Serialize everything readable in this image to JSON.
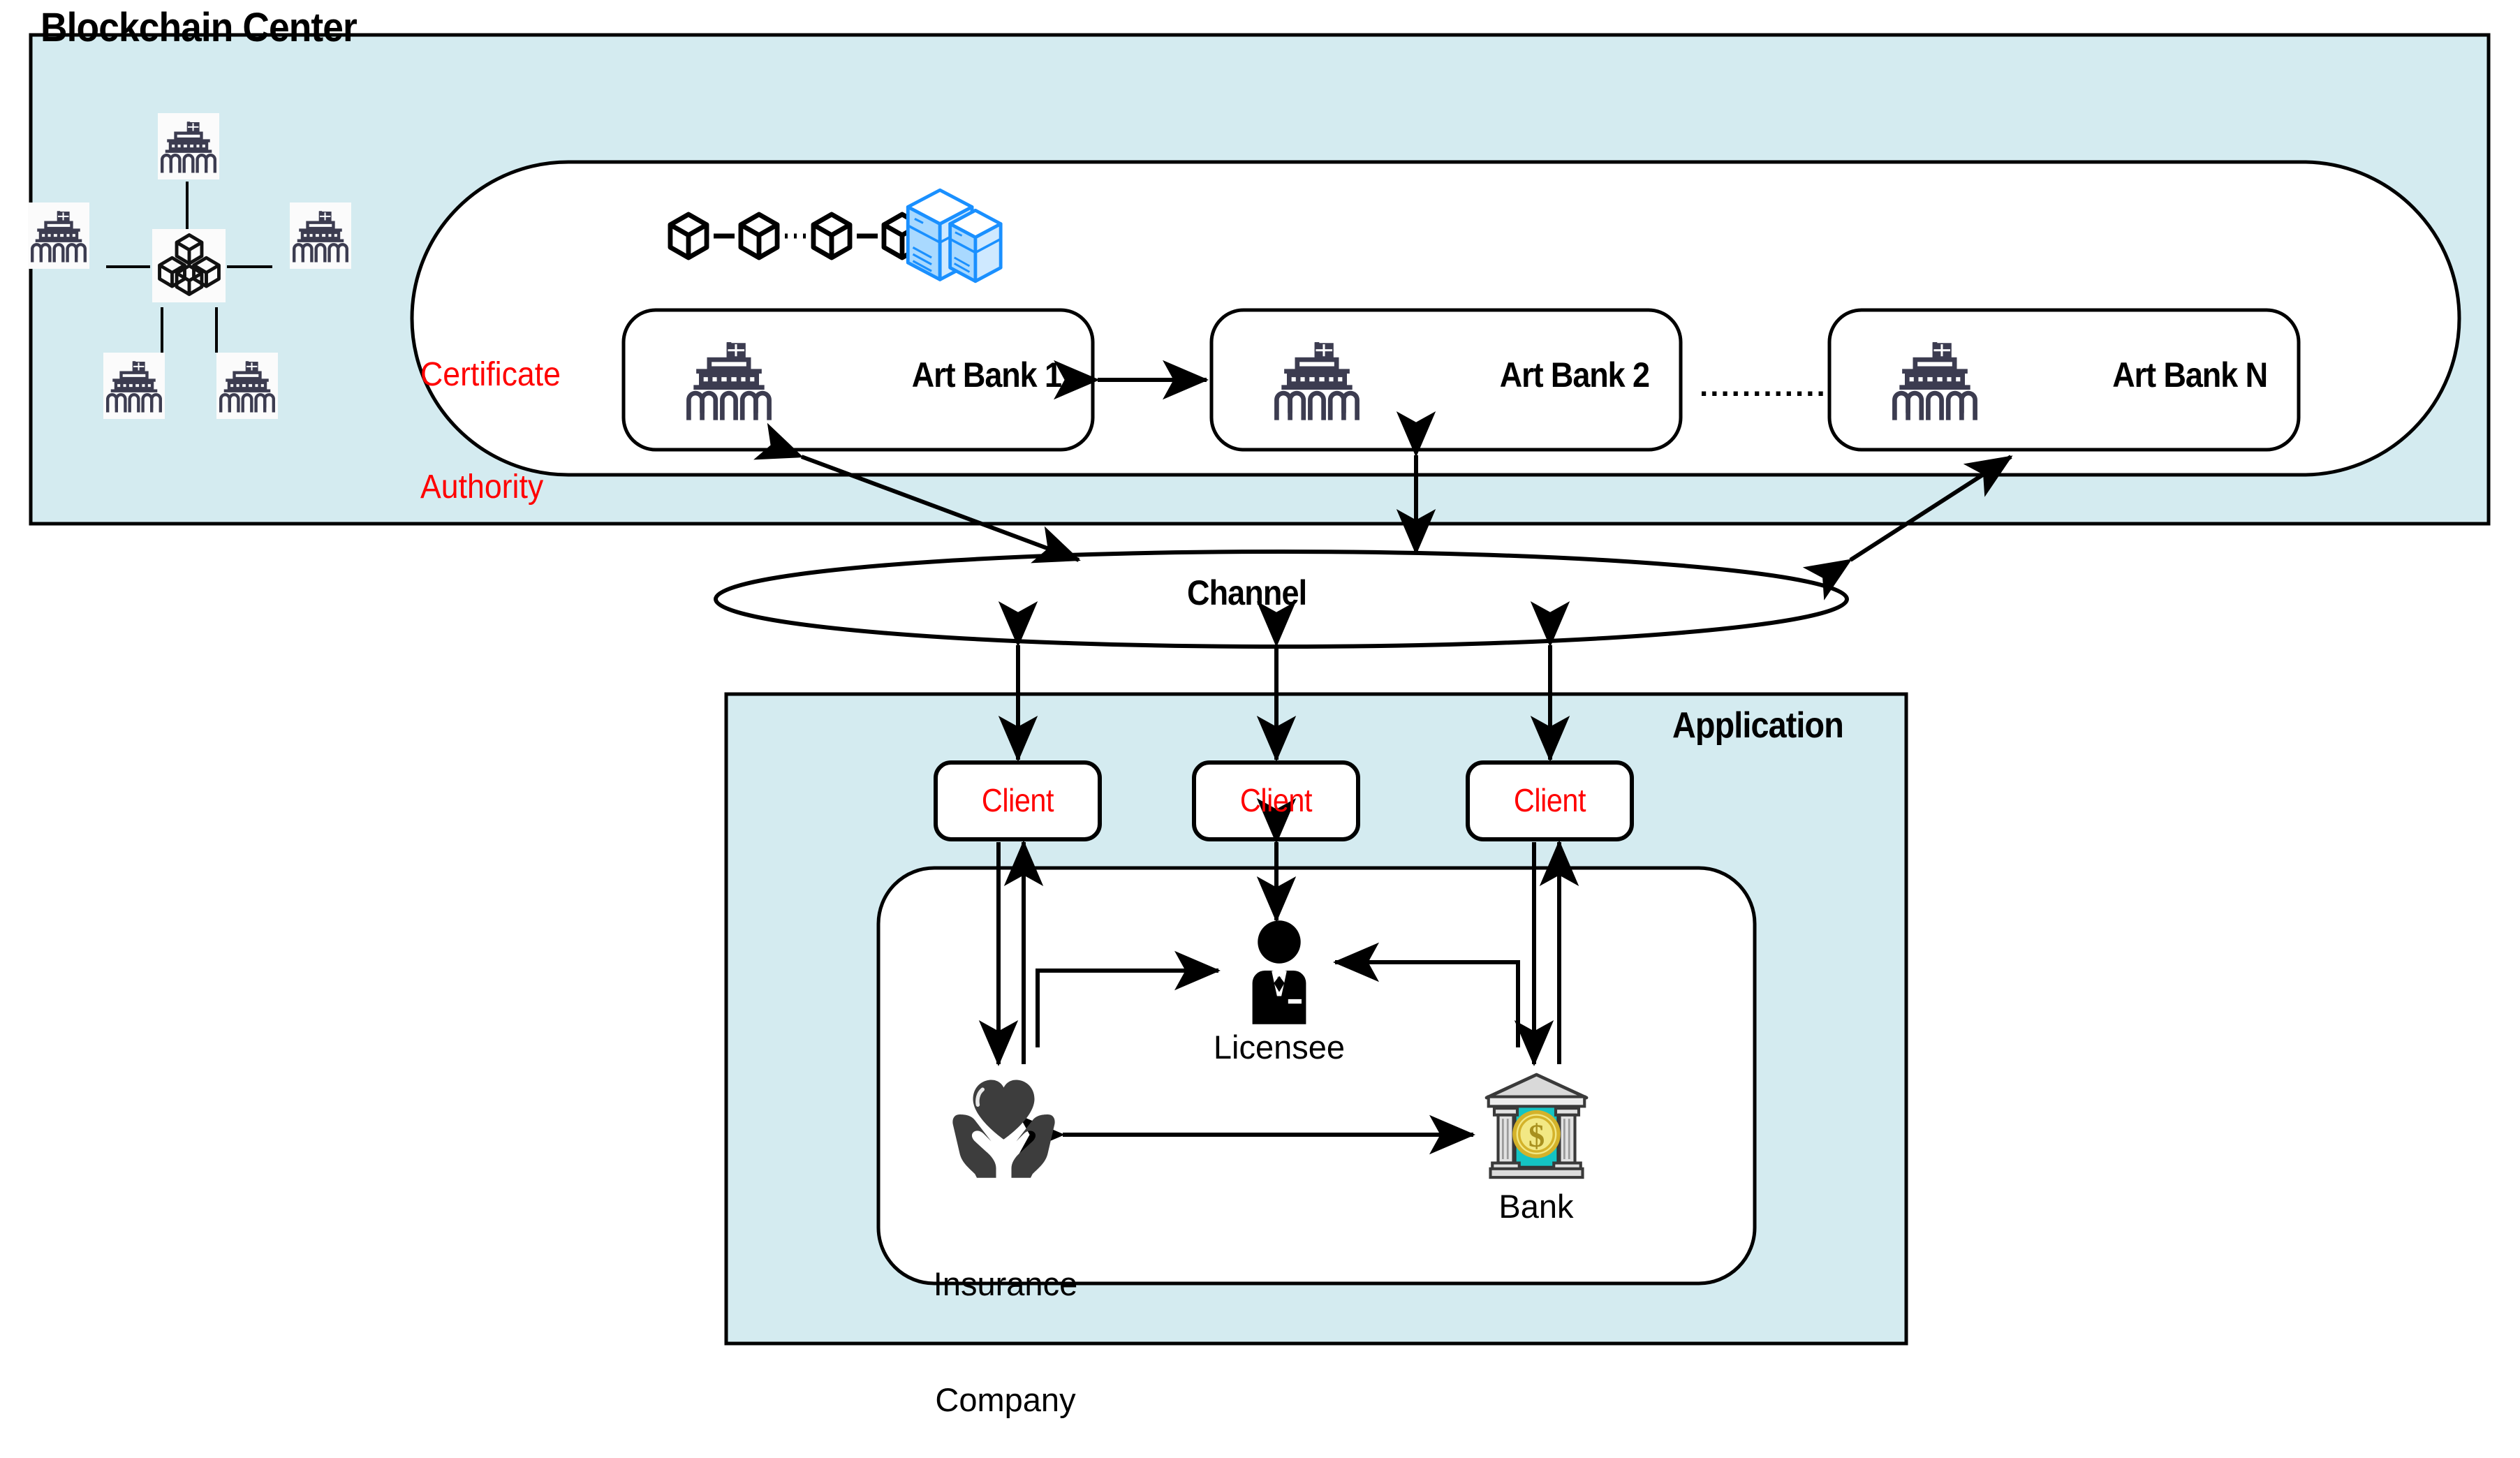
{
  "diagram": {
    "title": "Blockchain based art bank system architecture",
    "colors": {
      "panel_fill": "#d4ebf0",
      "panel_stroke": "#000000",
      "container_fill": "#ffffff",
      "accent_red": "#ff0000",
      "server_blue": "#1a90ff",
      "server_blue_fill": "#a9d9ff",
      "insurance_gray": "#3d3d3d",
      "bank_teal": "#14c4c4",
      "bank_gold": "#f2e07a",
      "bank_gold_edge": "#d4b22a",
      "bank_stone": "#d9d9d9",
      "node_icon": "#3c3c50"
    }
  },
  "blockchain_center": {
    "title": "Blockchain Center",
    "network": {
      "hub_icon": "blockchain-cube-cluster-icon",
      "node_icon": "bank-building-icon",
      "node_count": 5,
      "node_positions": [
        "top",
        "left",
        "right",
        "bottom-left",
        "bottom-right"
      ]
    },
    "certificate_authority": {
      "label": "Certificate\nAuthority",
      "line1": "Certificate",
      "line2": "Authority"
    },
    "ledger": {
      "chain_icon": "blockchain-chain-icon",
      "block_count": 4,
      "server_icon": "server-stack-icon"
    },
    "art_banks": [
      {
        "label": "Art Bank 1",
        "icon": "bank-building-icon"
      },
      {
        "label": "Art Bank 2",
        "icon": "bank-building-icon"
      },
      {
        "label": "Art Bank N",
        "icon": "bank-building-icon"
      }
    ],
    "ellipsis": "............"
  },
  "channel": {
    "label": "Channel",
    "shape": "ellipse"
  },
  "application": {
    "title": "Application",
    "clients": [
      {
        "label": "Client"
      },
      {
        "label": "Client"
      },
      {
        "label": "Client"
      }
    ],
    "actors": [
      {
        "label": "Licensee",
        "icon": "businessperson-icon"
      },
      {
        "label": "Insurance\nCompany",
        "line1": "Insurance",
        "line2": "Company",
        "icon": "hands-holding-heart-icon"
      },
      {
        "label": "Bank",
        "icon": "bank-columns-coin-icon"
      }
    ]
  },
  "connections": [
    {
      "from": "Art Bank 1",
      "to": "Art Bank 2",
      "type": "bidirectional"
    },
    {
      "from": "Art Bank 1",
      "to": "Channel",
      "type": "bidirectional"
    },
    {
      "from": "Art Bank 2",
      "to": "Channel",
      "type": "bidirectional"
    },
    {
      "from": "Art Bank N",
      "to": "Channel",
      "type": "bidirectional"
    },
    {
      "from": "Channel",
      "to": "Client 1",
      "type": "bidirectional"
    },
    {
      "from": "Channel",
      "to": "Client 2",
      "type": "bidirectional"
    },
    {
      "from": "Channel",
      "to": "Client 3",
      "type": "bidirectional"
    },
    {
      "from": "Client 1",
      "to": "Insurance Company",
      "type": "bidirectional"
    },
    {
      "from": "Client 2",
      "to": "Licensee",
      "type": "bidirectional"
    },
    {
      "from": "Client 3",
      "to": "Bank",
      "type": "bidirectional"
    },
    {
      "from": "Insurance Company",
      "to": "Licensee",
      "type": "directed"
    },
    {
      "from": "Bank",
      "to": "Licensee",
      "type": "directed"
    },
    {
      "from": "Insurance Company",
      "to": "Bank",
      "type": "bidirectional"
    }
  ]
}
